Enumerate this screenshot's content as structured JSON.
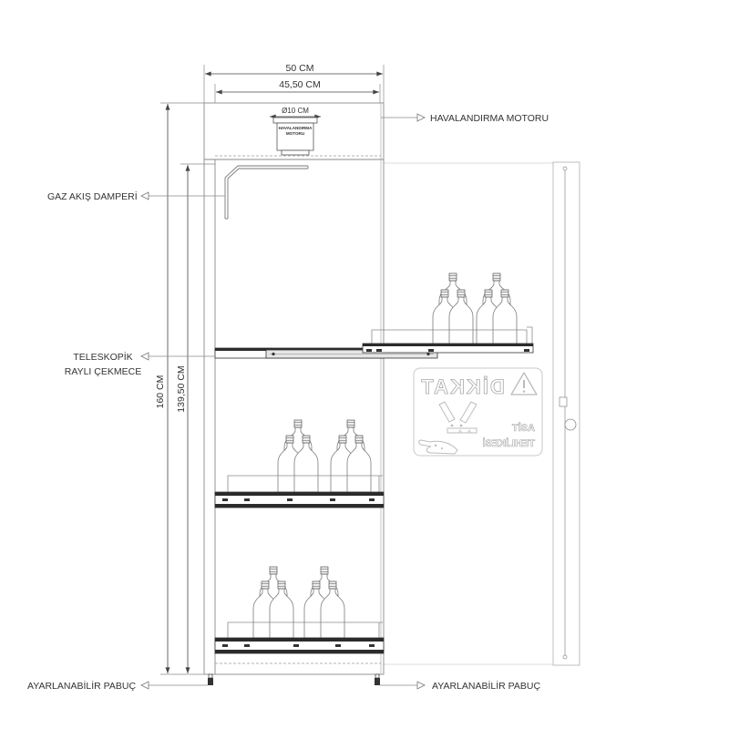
{
  "dimensions": {
    "outer_width": "50 CM",
    "inner_width": "45,50 CM",
    "outer_height": "160 CM",
    "inner_height": "139,50 CM",
    "motor_diameter": "Ø10 CM"
  },
  "motor": {
    "label_line1": "HAVALANDIRMA",
    "label_line2": "MOTORU"
  },
  "callouts": {
    "ventilation_motor": "HAVALANDIRMA MOTORU",
    "gas_damper": "GAZ AKIŞ DAMPERİ",
    "drawer_line1": "TELESKOPİK",
    "drawer_line2": "RAYLI ÇEKMECE",
    "foot_left": "AYARLANABİLİR PABUÇ",
    "foot_right": "AYARLANABİLİR PABUÇ"
  },
  "door_sign": {
    "title": "DİKKAT",
    "line1": "ASİT",
    "line2": "TEHLİKESİ",
    "mirrored": true,
    "icons": [
      "warning-triangle-icon",
      "acid-corrosion-icon"
    ]
  },
  "colors": {
    "background": "#ffffff",
    "text": "#333333",
    "outline": "#8a8a8a",
    "light_outline": "#bdbdbd",
    "rail": "#2b2b2b"
  }
}
